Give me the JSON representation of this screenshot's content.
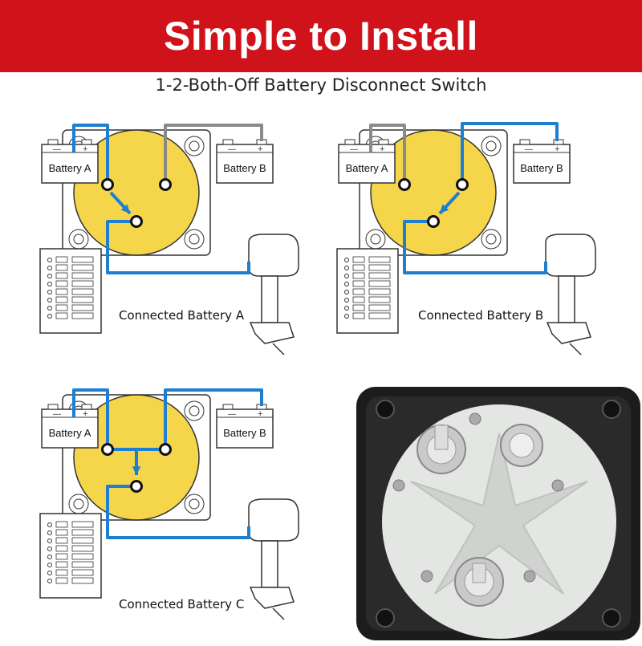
{
  "header": {
    "title": "Simple to Install",
    "subtitle": "1-2-Both-Off Battery Disconnect Switch"
  },
  "colors": {
    "banner": "#d0121b",
    "wire_blue": "#1e7fd0",
    "wire_gray": "#8a8a8a",
    "switch_yellow": "#f5d54a",
    "arrow_blue": "#1e7fd0"
  },
  "diagrams": [
    {
      "battery_a_label": "Battery A",
      "battery_b_label": "Battery B",
      "caption": "Connected Battery A"
    },
    {
      "battery_a_label": "Battery A",
      "battery_b_label": "Battery B",
      "caption": "Connected Battery B"
    },
    {
      "battery_a_label": "Battery A",
      "battery_b_label": "Battery B",
      "caption": "Connected Battery C"
    }
  ],
  "icons": [
    "battery-icon",
    "switch-icon",
    "outboard-motor-icon",
    "fuse-panel-icon",
    "arrow-icon"
  ]
}
